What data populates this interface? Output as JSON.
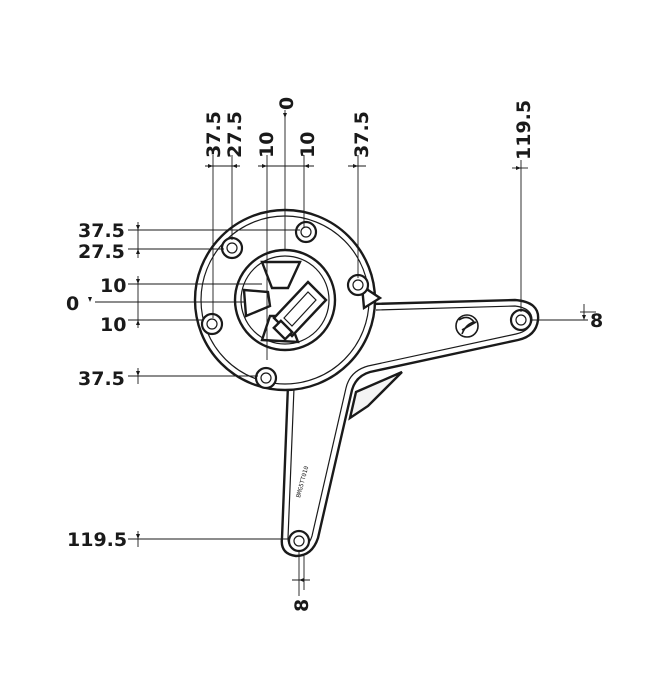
{
  "drawing": {
    "dimensions_top": [
      {
        "label": "37.5"
      },
      {
        "label": "27.5"
      },
      {
        "label": "10"
      },
      {
        "label": "0"
      },
      {
        "label": "10"
      },
      {
        "label": "37.5"
      },
      {
        "label": "119.5"
      }
    ],
    "dimensions_left": [
      {
        "label": "37.5"
      },
      {
        "label": "27.5"
      },
      {
        "label": "10"
      },
      {
        "label": "0"
      },
      {
        "label": "10"
      },
      {
        "label": "37.5"
      },
      {
        "label": "119.5"
      }
    ],
    "dimension_right": "8",
    "dimension_bottom": "8",
    "part_marking": "BMG5TT010"
  }
}
